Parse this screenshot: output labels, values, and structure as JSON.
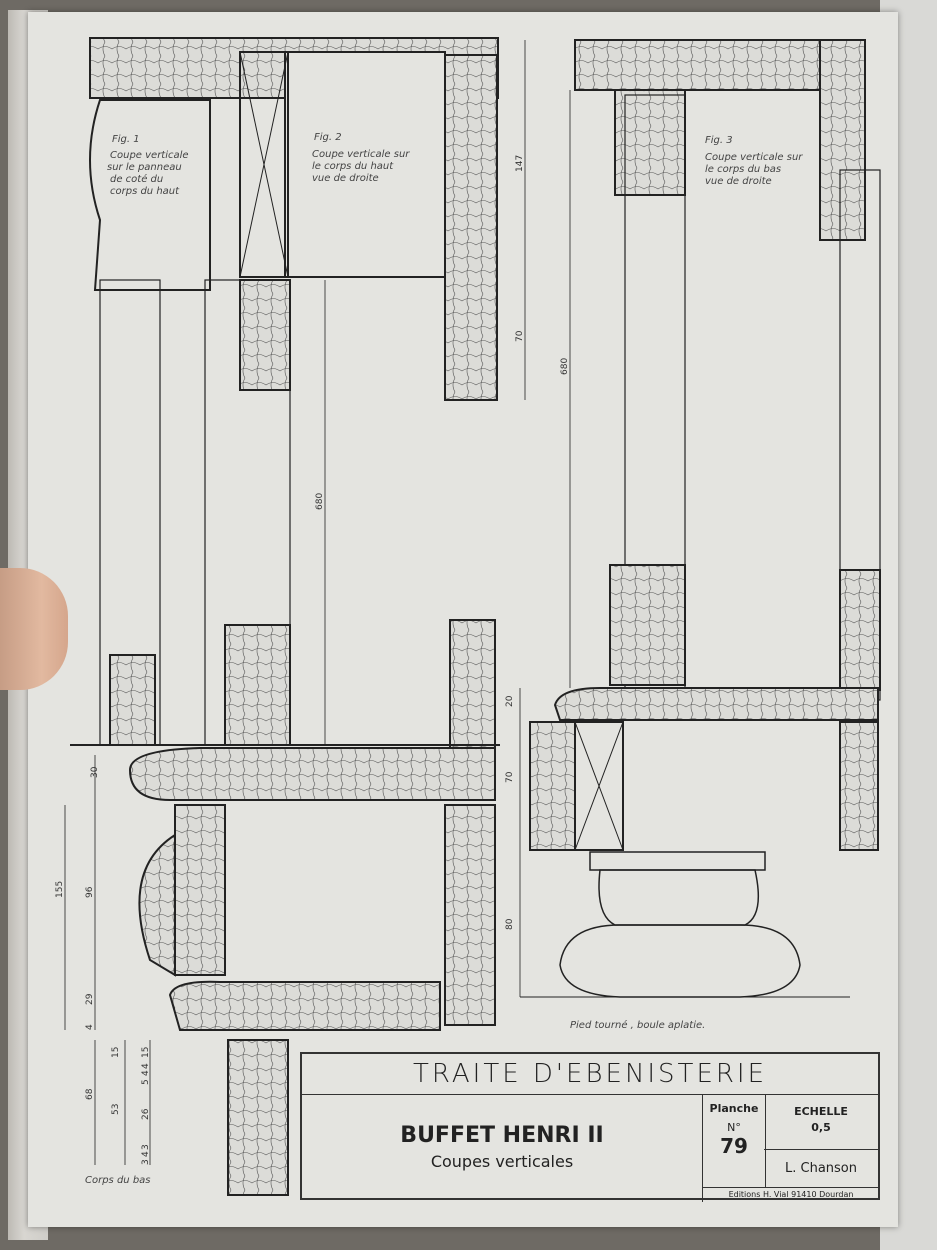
{
  "figures": {
    "fig1": {
      "label": "Fig. 1",
      "caption": [
        "Coupe verticale",
        "sur le panneau",
        "de coté du",
        "corps du haut"
      ]
    },
    "fig2": {
      "label": "Fig. 2",
      "caption": [
        "Coupe verticale sur",
        "le corps du haut",
        "vue de droite"
      ]
    },
    "fig3": {
      "label": "Fig. 3",
      "caption": [
        "Coupe verticale sur",
        "le corps du bas",
        "vue de droite"
      ]
    },
    "foot_caption": "Pied tourné , boule aplatie.",
    "corps_caption": "Corps du bas"
  },
  "dimensions": {
    "fig2": [
      "147",
      "70",
      "680"
    ],
    "fig3": [
      "680",
      "20",
      "70",
      "80"
    ],
    "left": [
      "30",
      "155",
      "96",
      "29",
      "4"
    ],
    "bottom": [
      "68",
      "53",
      "15",
      "15",
      "5",
      "4",
      "4",
      "26",
      "3",
      "4",
      "3"
    ]
  },
  "title_block": {
    "series": "TRAITE  D'EBENISTERIE",
    "name": "BUFFET HENRI II",
    "subtitle": "Coupes verticales",
    "planche_label": "Planche",
    "number_label": "N°",
    "number": "79",
    "scale_label": "ECHELLE",
    "scale": "0,5",
    "author": "L. Chanson",
    "editor": "Editions H. Vial  91410 Dourdan"
  }
}
